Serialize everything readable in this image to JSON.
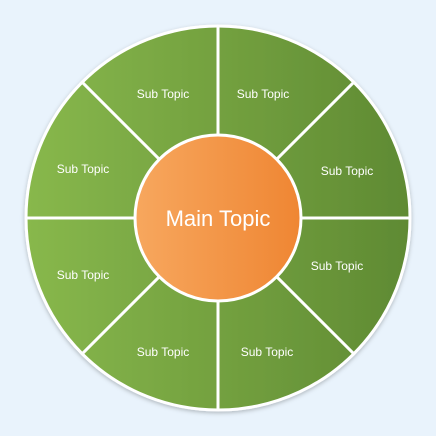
{
  "center": {
    "label": "Main Topic",
    "gradient": [
      "#f7a75e",
      "#ef8633"
    ]
  },
  "segments": [
    {
      "label": "Sub Topic"
    },
    {
      "label": "Sub Topic"
    },
    {
      "label": "Sub Topic"
    },
    {
      "label": "Sub Topic"
    },
    {
      "label": "Sub Topic"
    },
    {
      "label": "Sub Topic"
    },
    {
      "label": "Sub Topic"
    },
    {
      "label": "Sub Topic"
    }
  ],
  "colors": {
    "background": "#e9f3fc",
    "ring_gradient": [
      "#88b84c",
      "#5f8a33"
    ],
    "divider": "#ffffff"
  }
}
